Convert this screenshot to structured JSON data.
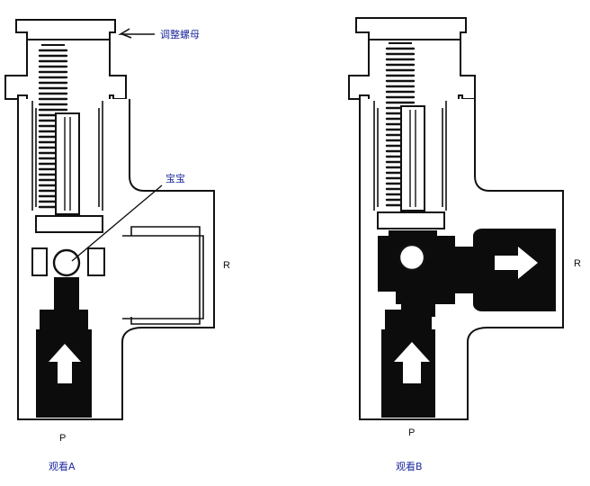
{
  "labels": {
    "adjust_nut": "调整螺母",
    "ball": "宝宝",
    "port_p_a": "P",
    "port_r_a": "R",
    "port_p_b": "P",
    "port_r_b": "R",
    "caption_a": "观看A",
    "caption_b": "观看B"
  },
  "colors": {
    "line": "#111111",
    "fill_dark": "#0c0c0c",
    "label_blue": "#1f2a9c"
  }
}
